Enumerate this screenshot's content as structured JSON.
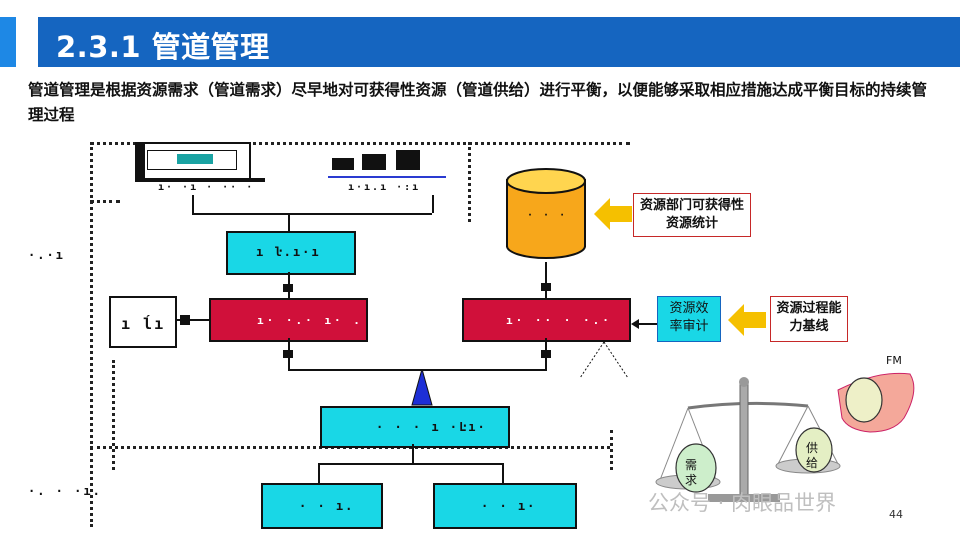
{
  "slide": {
    "title": "2.3.1 管道管理",
    "subtitle": "管道管理是根据资源需求（管道需求）尽早地对可获得性资源（管道供给）进行平衡，以便能够采取相应措施达成平衡目标的持续管理过程",
    "page_number": "44"
  },
  "diagram": {
    "callout_resource_stats": "资源部门可获得性资源统计",
    "callout_efficiency_audit": "资源效率审计",
    "callout_capability_baseline": "资源过程能力基线",
    "scale_left_label": "需求",
    "scale_right_label": "供给",
    "fm_label": "FM",
    "left_margin_glyph_1": "·.·ı",
    "left_margin_glyph_2": "·. · ·ı.",
    "top_left_glyph": "ı· ·ı  · ·· ·",
    "top_right_glyph": "ı·ı.ı ·:ı",
    "cyan_box_1_glyph": "ı ŀ.ı·ı",
    "red_box_left_glyph": "ı·  ·.· ı· .",
    "red_box_right_glyph": "ı· ·· ·  ·.·",
    "small_box_glyph": "ı ĺı",
    "cyan_center_glyph": "· · · ı ·Ŀı·",
    "cyan_bottom_left_glyph": "· · ı.",
    "cyan_bottom_right_glyph": "· · ı·",
    "cylinder_glyph": "· · ·"
  },
  "watermark": "公众号 · 肉眼品世界",
  "colors": {
    "title_bar": "#1565c0",
    "cyan_box": "#19d7e6",
    "red_box": "#d0103a",
    "cylinder": "#f7a71b",
    "arrow": "#f5c000"
  }
}
